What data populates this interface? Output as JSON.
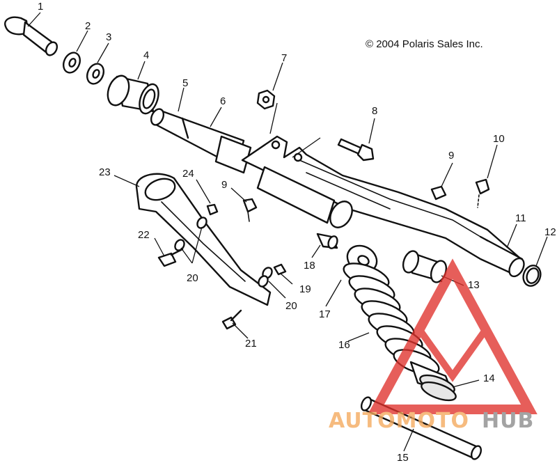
{
  "copyright": "© 2004 Polaris Sales Inc.",
  "watermark": {
    "brand_a": "AUTOMOTO",
    "brand_b": "HUB",
    "color_a": "#f4a95c",
    "color_b": "#8a8a8a",
    "logo_color": "#e0322c"
  },
  "callouts": [
    {
      "id": "c1",
      "label": "1"
    },
    {
      "id": "c2",
      "label": "2"
    },
    {
      "id": "c3",
      "label": "3"
    },
    {
      "id": "c4",
      "label": "4"
    },
    {
      "id": "c5",
      "label": "5"
    },
    {
      "id": "c6",
      "label": "6"
    },
    {
      "id": "c7",
      "label": "7"
    },
    {
      "id": "c8",
      "label": "8"
    },
    {
      "id": "c9a",
      "label": "9"
    },
    {
      "id": "c9b",
      "label": "9"
    },
    {
      "id": "c10",
      "label": "10"
    },
    {
      "id": "c11",
      "label": "11"
    },
    {
      "id": "c12",
      "label": "12"
    },
    {
      "id": "c13",
      "label": "13"
    },
    {
      "id": "c14",
      "label": "14"
    },
    {
      "id": "c15",
      "label": "15"
    },
    {
      "id": "c16",
      "label": "16"
    },
    {
      "id": "c17",
      "label": "17"
    },
    {
      "id": "c18",
      "label": "18"
    },
    {
      "id": "c19",
      "label": "19"
    },
    {
      "id": "c20a",
      "label": "20"
    },
    {
      "id": "c20b",
      "label": "20"
    },
    {
      "id": "c21",
      "label": "21"
    },
    {
      "id": "c22",
      "label": "22"
    },
    {
      "id": "c23",
      "label": "23"
    },
    {
      "id": "c24",
      "label": "24"
    }
  ]
}
